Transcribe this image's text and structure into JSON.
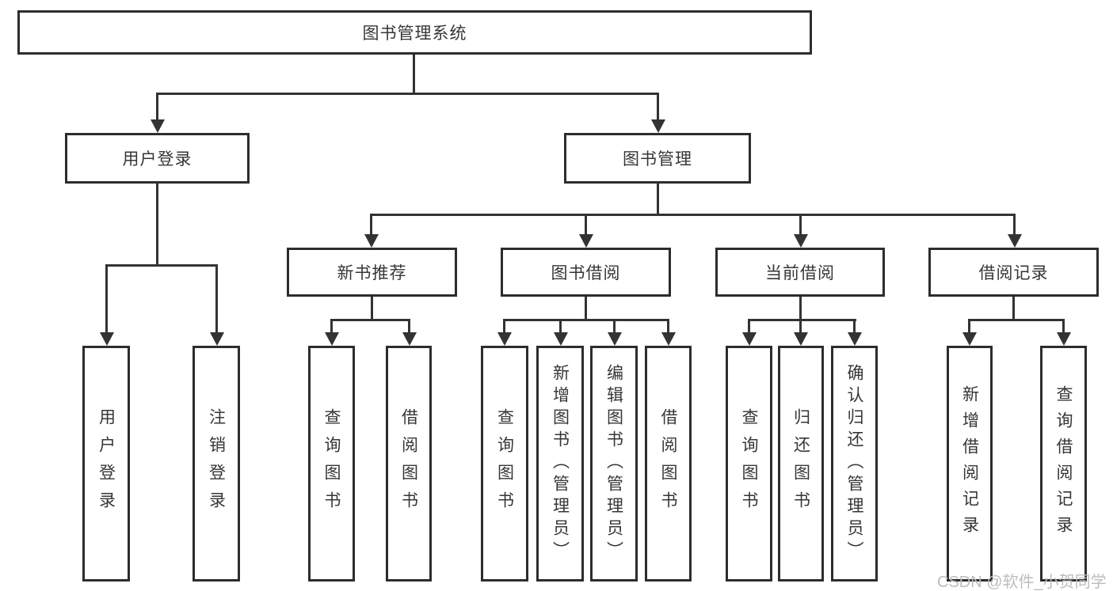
{
  "diagram": {
    "type": "tree",
    "watermark": "CSDN @软件_小贺同学",
    "colors": {
      "line": "#333333",
      "border": "#2d2d2d",
      "text": "#363636",
      "watermark": "#bdbdbd",
      "background": "#ffffff"
    },
    "tree": {
      "label": "图书管理系统",
      "children": [
        {
          "label": "用户登录",
          "children": [
            {
              "label": "用户登录"
            },
            {
              "label": "注销登录"
            }
          ]
        },
        {
          "label": "图书管理",
          "children": [
            {
              "label": "新书推荐",
              "children": [
                {
                  "label": "查询图书"
                },
                {
                  "label": "借阅图书"
                }
              ]
            },
            {
              "label": "图书借阅",
              "children": [
                {
                  "label": "查询图书"
                },
                {
                  "label": "新增图书（管理员）"
                },
                {
                  "label": "编辑图书（管理员）"
                },
                {
                  "label": "借阅图书"
                }
              ]
            },
            {
              "label": "当前借阅",
              "children": [
                {
                  "label": "查询图书"
                },
                {
                  "label": "归还图书"
                },
                {
                  "label": "确认归还（管理员）"
                }
              ]
            },
            {
              "label": "借阅记录",
              "children": [
                {
                  "label": "新增借阅记录"
                },
                {
                  "label": "查询借阅记录"
                }
              ]
            }
          ]
        }
      ]
    }
  }
}
